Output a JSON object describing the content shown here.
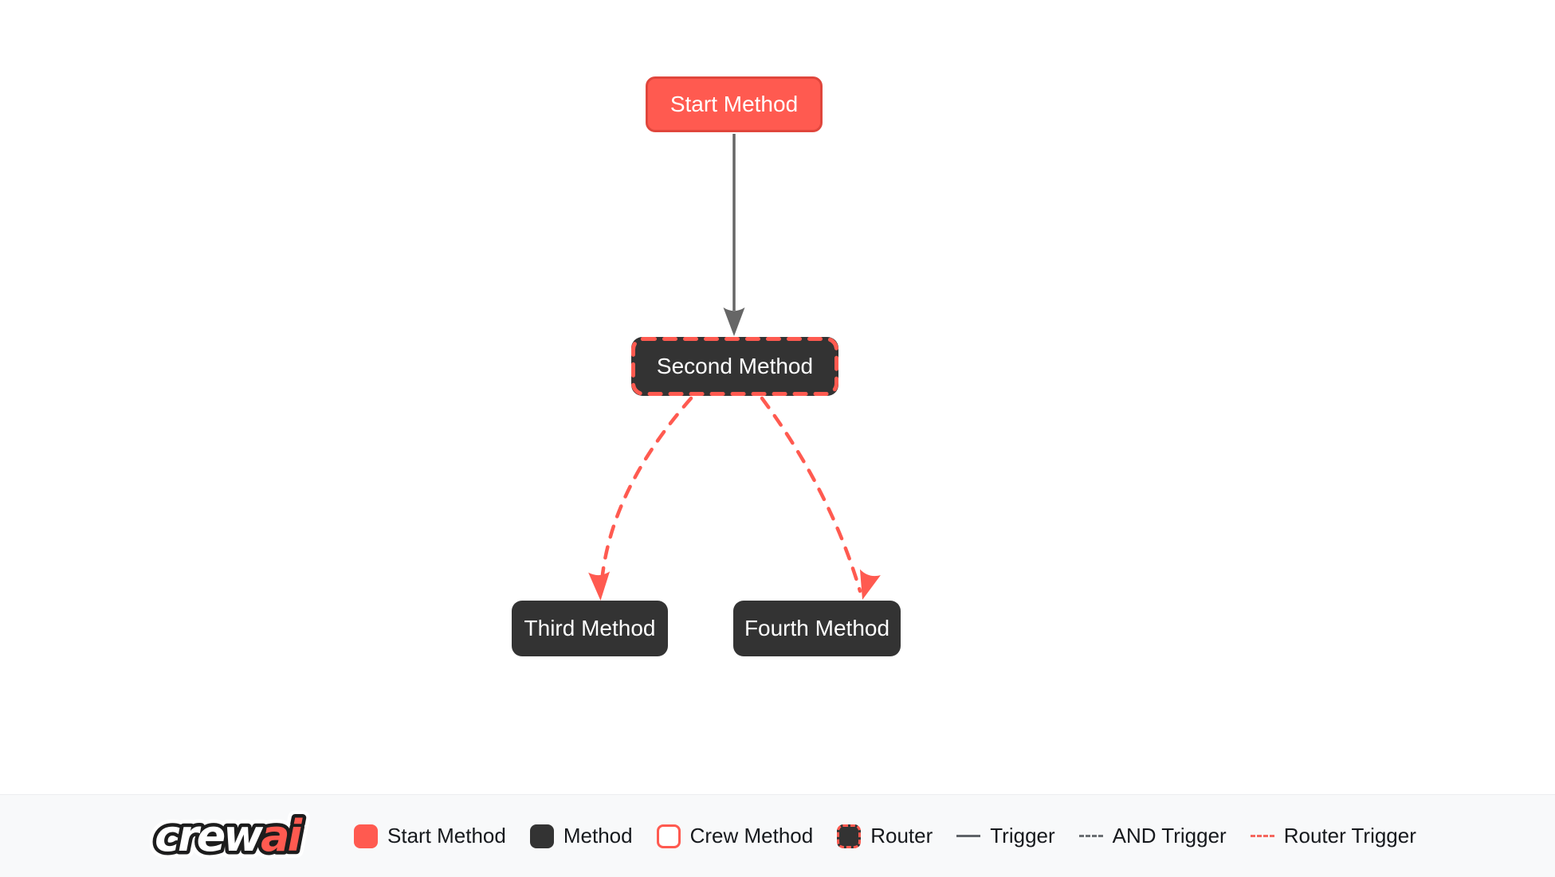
{
  "colors": {
    "accent_red": "#FF5A50",
    "accent_red_border": "#E0463C",
    "accent_red_soft": "#F4675E",
    "node_dark": "#333333",
    "edge_gray": "#666666",
    "canvas_bg": "#ffffff",
    "legend_bg": "#f8f9fa",
    "legend_text": "#16191d"
  },
  "diagram": {
    "nodes": [
      {
        "id": "start_method",
        "label": "Start Method",
        "type": "start-method"
      },
      {
        "id": "second_method",
        "label": "Second Method",
        "type": "router"
      },
      {
        "id": "third_method",
        "label": "Third Method",
        "type": "method"
      },
      {
        "id": "fourth_method",
        "label": "Fourth Method",
        "type": "method"
      }
    ],
    "edges": [
      {
        "from": "start_method",
        "to": "second_method",
        "type": "trigger",
        "style": "solid-gray-arrow"
      },
      {
        "from": "second_method",
        "to": "third_method",
        "type": "router-trigger",
        "style": "dashed-red-curved-arrow"
      },
      {
        "from": "second_method",
        "to": "fourth_method",
        "type": "router-trigger",
        "style": "dashed-red-curved-arrow"
      }
    ]
  },
  "legend": {
    "logo": {
      "crew": "crew",
      "ai": "ai"
    },
    "items": [
      {
        "label": "Start Method",
        "swatch": "red-rounded-square"
      },
      {
        "label": "Method",
        "swatch": "dark-rounded-square"
      },
      {
        "label": "Crew Method",
        "swatch": "white-square-red-border"
      },
      {
        "label": "Router",
        "swatch": "dark-square-red-dashed-border"
      },
      {
        "label": "Trigger",
        "swatch": "solid-gray-line"
      },
      {
        "label": "AND Trigger",
        "swatch": "dashed-gray-line"
      },
      {
        "label": "Router Trigger",
        "swatch": "dashed-red-line"
      }
    ]
  }
}
